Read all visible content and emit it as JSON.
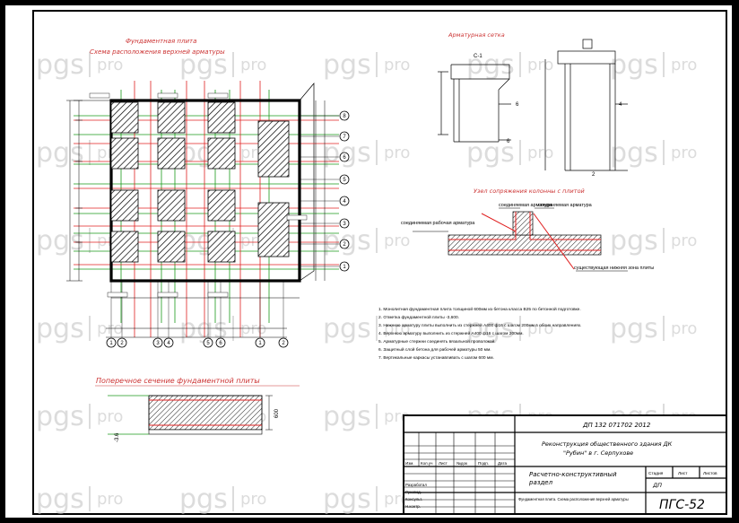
{
  "titles": {
    "plan_title_line1": "Фундаментная плита",
    "plan_title_line2": "Схема расположения верхней арматуры",
    "mesh_title": "Арматурная сетка",
    "mesh_label": "С-1",
    "node_title": "Узел сопряжения колонны с плитой",
    "section_title": "Поперечное сечение фундаментной плиты"
  },
  "axes_rows": [
    "8",
    "7",
    "6",
    "5",
    "4",
    "3",
    "2",
    "1"
  ],
  "axes_cols": [
    "1",
    "2",
    "3",
    "4",
    "5",
    "6"
  ],
  "mesh_dims": {
    "a": "6",
    "b": "6",
    "c": "4",
    "d": "2"
  },
  "node_labels": {
    "rebar_left": "соединяемая арматура",
    "rebar_right": "соединяемая арматура",
    "existing_rebar": "соединяемая рабочая арматура",
    "bottom_label": "существующая нижняя зона плиты"
  },
  "notes": [
    "1. Монолитная фундаментная плита толщиной 600мм из бетона класса В25 по бетонной подготовке.",
    "2. Отметка фундаментной плиты -3,600.",
    "3. Нижнюю арматуру плиты выполнить из стержней А400 ф16 с шагом 200мм в обоих направлениях.",
    "4. Верхнюю арматуру выполнить из стержней А400 ф16 с шагом 200мм.",
    "5. Арматурные стержни соединять вязальной проволокой.",
    "6. Защитный слой бетона для рабочей арматуры 50 мм.",
    "7. Вертикальные каркасы устанавливать с шагом 600 мм."
  ],
  "section_dims": {
    "height": "600",
    "left_mark": "-3.6"
  },
  "stamp": {
    "doc_code": "ДП 132 071702 2012",
    "project_line1": "Реконструкция общественного здания ДК",
    "project_line2": "\"Рубин\" в г. Серпухове",
    "section_line1": "Расчетно-конструктивный",
    "section_line2": "раздел",
    "sheet_name": "Фундаментная плита. Схема расположения верхней арматуры",
    "stage_head": "Стадия",
    "sheet_head": "Лист",
    "sheets_head": "Листов",
    "stage": "ДП",
    "org": "ПГС-52",
    "hdr_izm": "Изм.",
    "hdr_kol": "Кол.уч",
    "hdr_list": "Лист",
    "hdr_ndok": "№док",
    "hdr_podp": "Подп.",
    "hdr_data": "Дата",
    "roles": [
      "Разработал",
      "Руковод.",
      "Консульт.",
      "Н.контр."
    ]
  },
  "watermark": {
    "pgs": "pgs",
    "pro": "pro"
  }
}
